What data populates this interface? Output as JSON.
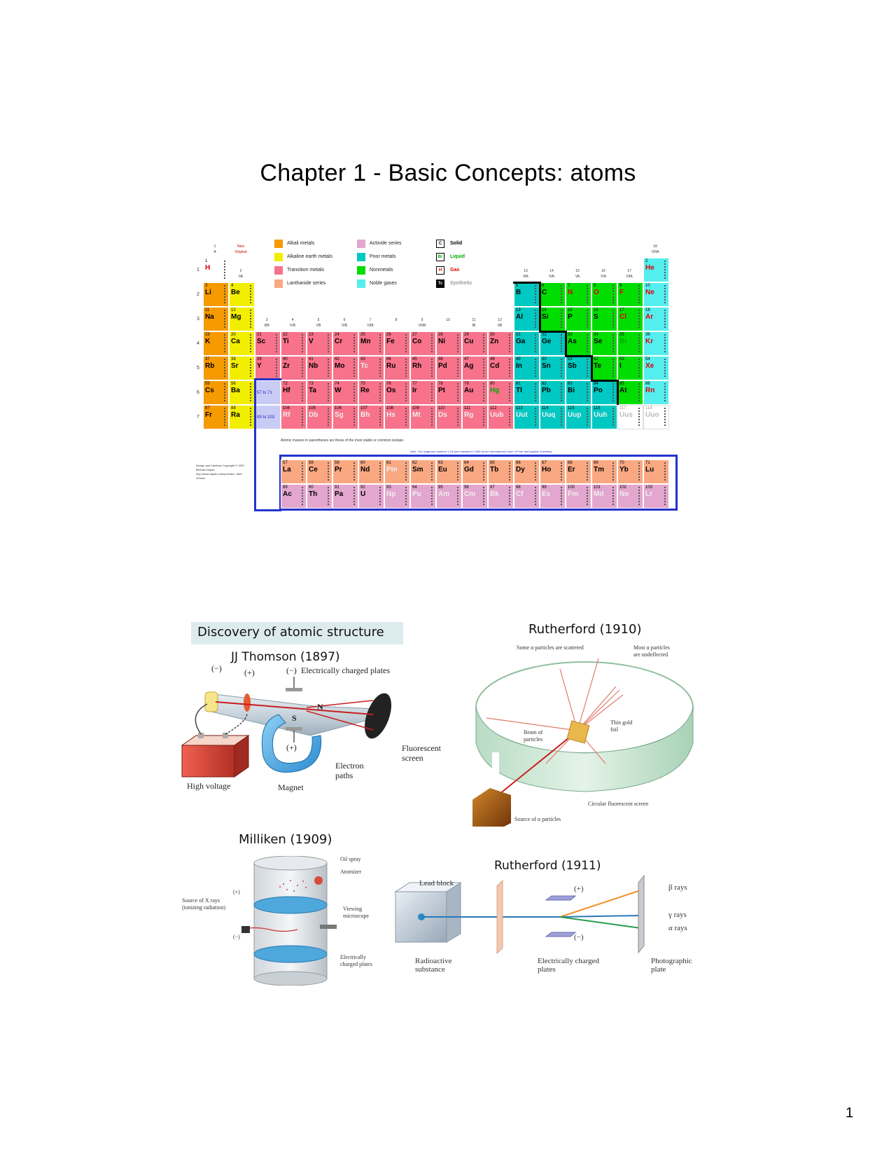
{
  "title": "Chapter 1 -   Basic Concepts: atoms",
  "page_number": "1",
  "periodic_table": {
    "colors": {
      "alkali": "#f59a00",
      "alkaline": "#f2ee00",
      "transition": "#f7728a",
      "lanthanide": "#f9a882",
      "actinide": "#e3a6ce",
      "poor": "#00c8c2",
      "nonmetal": "#00dd00",
      "noble": "#55eeee",
      "unknown": "#ffffff",
      "hydrogen": "#ffffff"
    },
    "legend": [
      {
        "key": "alkali",
        "label": "Alkali metals"
      },
      {
        "key": "alkaline",
        "label": "Alkaline earth metals"
      },
      {
        "key": "transition",
        "label": "Transition metals"
      },
      {
        "key": "lanthanide",
        "label": "Lanthanide series"
      },
      {
        "key": "actinide",
        "label": "Actinide series"
      },
      {
        "key": "poor",
        "label": "Poor metals"
      },
      {
        "key": "nonmetal",
        "label": "Nonmetals"
      },
      {
        "key": "noble",
        "label": "Noble gases"
      }
    ],
    "state_legend": [
      {
        "sym": "C",
        "label": "Solid",
        "style": "solid"
      },
      {
        "sym": "Br",
        "label": "Liquid",
        "style": "liquid"
      },
      {
        "sym": "H",
        "label": "Gas",
        "style": "gas"
      },
      {
        "sym": "Tc",
        "label": "Synthetic",
        "style": "synthetic"
      }
    ],
    "group_labels": {
      "g1": "1\nA",
      "g2": "2\nIIA",
      "new_original": "New\nOriginal",
      "g3": "3\nIIIB",
      "g4": "4\nIVB",
      "g5": "5\nVB",
      "g6": "6\nVIB",
      "g7": "7\nVIIB",
      "g8": "8",
      "g9": "9\nVIIIB",
      "g10": "10",
      "g11": "11\nIB",
      "g12": "12\nIIB",
      "g13": "13\nIIIA",
      "g14": "14\nIVA",
      "g15": "15\nVA",
      "g16": "16\nVIA",
      "g17": "17\nVIIA",
      "g18": "18\nVIIIA"
    },
    "period_labels": [
      "1",
      "2",
      "3",
      "4",
      "5",
      "6",
      "7"
    ],
    "lan_placeholder": "57 to 71",
    "act_placeholder": "89 to 103",
    "note": "Atomic masses in parentheses are those of the most stable or common isotope.",
    "note_blue": "Note: The subgroup numbers 1-18 were adopted in 1984 by the International Union of Pure and Applied Chemistry.",
    "side_note": "Design and Interface Copyright © 1997 Michael Dayah. http://www.dayah.com/periodic/. Web Version",
    "main": [
      [
        {
          "z": 1,
          "s": "H",
          "c": "hydrogen",
          "st": "gas",
          "g": 1
        },
        {
          "z": 2,
          "s": "He",
          "c": "noble",
          "st": "gas",
          "g": 18
        }
      ],
      [
        {
          "z": 3,
          "s": "Li",
          "c": "alkali",
          "g": 1
        },
        {
          "z": 4,
          "s": "Be",
          "c": "alkaline",
          "g": 2
        },
        {
          "z": 5,
          "s": "B",
          "c": "poor",
          "g": 13
        },
        {
          "z": 6,
          "s": "C",
          "c": "nonmetal",
          "g": 14
        },
        {
          "z": 7,
          "s": "N",
          "c": "nonmetal",
          "st": "gas",
          "g": 15
        },
        {
          "z": 8,
          "s": "O",
          "c": "nonmetal",
          "st": "gas",
          "g": 16
        },
        {
          "z": 9,
          "s": "F",
          "c": "nonmetal",
          "st": "gas",
          "g": 17
        },
        {
          "z": 10,
          "s": "Ne",
          "c": "noble",
          "st": "gas",
          "g": 18
        }
      ],
      [
        {
          "z": 11,
          "s": "Na",
          "c": "alkali",
          "g": 1
        },
        {
          "z": 12,
          "s": "Mg",
          "c": "alkaline",
          "g": 2
        },
        {
          "z": 13,
          "s": "Al",
          "c": "poor",
          "g": 13
        },
        {
          "z": 14,
          "s": "Si",
          "c": "nonmetal",
          "g": 14
        },
        {
          "z": 15,
          "s": "P",
          "c": "nonmetal",
          "g": 15
        },
        {
          "z": 16,
          "s": "S",
          "c": "nonmetal",
          "g": 16
        },
        {
          "z": 17,
          "s": "Cl",
          "c": "nonmetal",
          "st": "gas",
          "g": 17
        },
        {
          "z": 18,
          "s": "Ar",
          "c": "noble",
          "st": "gas",
          "g": 18
        }
      ],
      [
        {
          "z": 19,
          "s": "K",
          "c": "alkali",
          "g": 1
        },
        {
          "z": 20,
          "s": "Ca",
          "c": "alkaline",
          "g": 2
        },
        {
          "z": 21,
          "s": "Sc",
          "c": "transition",
          "g": 3
        },
        {
          "z": 22,
          "s": "Ti",
          "c": "transition",
          "g": 4
        },
        {
          "z": 23,
          "s": "V",
          "c": "transition",
          "g": 5
        },
        {
          "z": 24,
          "s": "Cr",
          "c": "transition",
          "g": 6
        },
        {
          "z": 25,
          "s": "Mn",
          "c": "transition",
          "g": 7
        },
        {
          "z": 26,
          "s": "Fe",
          "c": "transition",
          "g": 8
        },
        {
          "z": 27,
          "s": "Co",
          "c": "transition",
          "g": 9
        },
        {
          "z": 28,
          "s": "Ni",
          "c": "transition",
          "g": 10
        },
        {
          "z": 29,
          "s": "Cu",
          "c": "transition",
          "g": 11
        },
        {
          "z": 30,
          "s": "Zn",
          "c": "transition",
          "g": 12
        },
        {
          "z": 31,
          "s": "Ga",
          "c": "poor",
          "g": 13
        },
        {
          "z": 32,
          "s": "Ge",
          "c": "poor",
          "g": 14
        },
        {
          "z": 33,
          "s": "As",
          "c": "nonmetal",
          "g": 15
        },
        {
          "z": 34,
          "s": "Se",
          "c": "nonmetal",
          "g": 16
        },
        {
          "z": 35,
          "s": "Br",
          "c": "nonmetal",
          "st": "liquid",
          "g": 17
        },
        {
          "z": 36,
          "s": "Kr",
          "c": "noble",
          "st": "gas",
          "g": 18
        }
      ],
      [
        {
          "z": 37,
          "s": "Rb",
          "c": "alkali",
          "g": 1
        },
        {
          "z": 38,
          "s": "Sr",
          "c": "alkaline",
          "g": 2
        },
        {
          "z": 39,
          "s": "Y",
          "c": "transition",
          "g": 3
        },
        {
          "z": 40,
          "s": "Zr",
          "c": "transition",
          "g": 4
        },
        {
          "z": 41,
          "s": "Nb",
          "c": "transition",
          "g": 5
        },
        {
          "z": 42,
          "s": "Mo",
          "c": "transition",
          "g": 6
        },
        {
          "z": 43,
          "s": "Tc",
          "c": "transition",
          "st": "synthetic",
          "g": 7
        },
        {
          "z": 44,
          "s": "Ru",
          "c": "transition",
          "g": 8
        },
        {
          "z": 45,
          "s": "Rh",
          "c": "transition",
          "g": 9
        },
        {
          "z": 46,
          "s": "Pd",
          "c": "transition",
          "g": 10
        },
        {
          "z": 47,
          "s": "Ag",
          "c": "transition",
          "g": 11
        },
        {
          "z": 48,
          "s": "Cd",
          "c": "transition",
          "g": 12
        },
        {
          "z": 49,
          "s": "In",
          "c": "poor",
          "g": 13
        },
        {
          "z": 50,
          "s": "Sn",
          "c": "poor",
          "g": 14
        },
        {
          "z": 51,
          "s": "Sb",
          "c": "poor",
          "g": 15
        },
        {
          "z": 52,
          "s": "Te",
          "c": "nonmetal",
          "g": 16
        },
        {
          "z": 53,
          "s": "I",
          "c": "nonmetal",
          "g": 17
        },
        {
          "z": 54,
          "s": "Xe",
          "c": "noble",
          "st": "gas",
          "g": 18
        }
      ],
      [
        {
          "z": 55,
          "s": "Cs",
          "c": "alkali",
          "g": 1
        },
        {
          "z": 56,
          "s": "Ba",
          "c": "alkaline",
          "g": 2
        },
        {
          "z": 72,
          "s": "Hf",
          "c": "transition",
          "g": 4
        },
        {
          "z": 73,
          "s": "Ta",
          "c": "transition",
          "g": 5
        },
        {
          "z": 74,
          "s": "W",
          "c": "transition",
          "g": 6
        },
        {
          "z": 75,
          "s": "Re",
          "c": "transition",
          "g": 7
        },
        {
          "z": 76,
          "s": "Os",
          "c": "transition",
          "g": 8
        },
        {
          "z": 77,
          "s": "Ir",
          "c": "transition",
          "g": 9
        },
        {
          "z": 78,
          "s": "Pt",
          "c": "transition",
          "g": 10
        },
        {
          "z": 79,
          "s": "Au",
          "c": "transition",
          "g": 11
        },
        {
          "z": 80,
          "s": "Hg",
          "c": "transition",
          "st": "liquid",
          "g": 12
        },
        {
          "z": 81,
          "s": "Tl",
          "c": "poor",
          "g": 13
        },
        {
          "z": 82,
          "s": "Pb",
          "c": "poor",
          "g": 14
        },
        {
          "z": 83,
          "s": "Bi",
          "c": "poor",
          "g": 15
        },
        {
          "z": 84,
          "s": "Po",
          "c": "poor",
          "g": 16
        },
        {
          "z": 85,
          "s": "At",
          "c": "nonmetal",
          "g": 17
        },
        {
          "z": 86,
          "s": "Rn",
          "c": "noble",
          "st": "gas",
          "g": 18
        }
      ],
      [
        {
          "z": 87,
          "s": "Fr",
          "c": "alkali",
          "g": 1
        },
        {
          "z": 88,
          "s": "Ra",
          "c": "alkaline",
          "g": 2
        },
        {
          "z": 104,
          "s": "Rf",
          "c": "transition",
          "st": "synthetic",
          "g": 4
        },
        {
          "z": 105,
          "s": "Db",
          "c": "transition",
          "st": "synthetic",
          "g": 5
        },
        {
          "z": 106,
          "s": "Sg",
          "c": "transition",
          "st": "synthetic",
          "g": 6
        },
        {
          "z": 107,
          "s": "Bh",
          "c": "transition",
          "st": "synthetic",
          "g": 7
        },
        {
          "z": 108,
          "s": "Hs",
          "c": "transition",
          "st": "synthetic",
          "g": 8
        },
        {
          "z": 109,
          "s": "Mt",
          "c": "transition",
          "st": "synthetic",
          "g": 9
        },
        {
          "z": 110,
          "s": "Ds",
          "c": "transition",
          "st": "synthetic",
          "g": 10
        },
        {
          "z": 111,
          "s": "Rg",
          "c": "transition",
          "st": "synthetic",
          "g": 11
        },
        {
          "z": 112,
          "s": "Uub",
          "c": "transition",
          "st": "synthetic",
          "g": 12
        },
        {
          "z": 113,
          "s": "Uut",
          "c": "poor",
          "st": "synthetic",
          "g": 13
        },
        {
          "z": 114,
          "s": "Uuq",
          "c": "poor",
          "st": "synthetic",
          "g": 14
        },
        {
          "z": 115,
          "s": "Uup",
          "c": "poor",
          "st": "synthetic",
          "g": 15
        },
        {
          "z": 116,
          "s": "Uuh",
          "c": "poor",
          "st": "synthetic",
          "g": 16
        },
        {
          "z": 117,
          "s": "Uus",
          "c": "unknown",
          "st": "unknown",
          "g": 17
        },
        {
          "z": 118,
          "s": "Uuo",
          "c": "unknown",
          "st": "unknown",
          "g": 18
        }
      ]
    ],
    "lanthanides": [
      {
        "z": 57,
        "s": "La"
      },
      {
        "z": 58,
        "s": "Ce"
      },
      {
        "z": 59,
        "s": "Pr"
      },
      {
        "z": 60,
        "s": "Nd"
      },
      {
        "z": 61,
        "s": "Pm",
        "st": "synthetic"
      },
      {
        "z": 62,
        "s": "Sm"
      },
      {
        "z": 63,
        "s": "Eu"
      },
      {
        "z": 64,
        "s": "Gd"
      },
      {
        "z": 65,
        "s": "Tb"
      },
      {
        "z": 66,
        "s": "Dy"
      },
      {
        "z": 67,
        "s": "Ho"
      },
      {
        "z": 68,
        "s": "Er"
      },
      {
        "z": 69,
        "s": "Tm"
      },
      {
        "z": 70,
        "s": "Yb"
      },
      {
        "z": 71,
        "s": "Lu"
      }
    ],
    "actinides": [
      {
        "z": 89,
        "s": "Ac"
      },
      {
        "z": 90,
        "s": "Th"
      },
      {
        "z": 91,
        "s": "Pa"
      },
      {
        "z": 92,
        "s": "U"
      },
      {
        "z": 93,
        "s": "Np",
        "st": "synthetic"
      },
      {
        "z": 94,
        "s": "Pu",
        "st": "synthetic"
      },
      {
        "z": 95,
        "s": "Am",
        "st": "synthetic"
      },
      {
        "z": 96,
        "s": "Cm",
        "st": "synthetic"
      },
      {
        "z": 97,
        "s": "Bk",
        "st": "synthetic"
      },
      {
        "z": 98,
        "s": "Cf",
        "st": "synthetic"
      },
      {
        "z": 99,
        "s": "Es",
        "st": "synthetic"
      },
      {
        "z": 100,
        "s": "Fm",
        "st": "synthetic"
      },
      {
        "z": 101,
        "s": "Md",
        "st": "synthetic"
      },
      {
        "z": 102,
        "s": "No",
        "st": "synthetic"
      },
      {
        "z": 103,
        "s": "Lr",
        "st": "synthetic"
      }
    ]
  },
  "figures": {
    "header": "Discovery of atomic structure",
    "thomson": {
      "title": "JJ Thomson (1897)",
      "minus": "(−)",
      "plus": "(+)",
      "minus2": "(−)",
      "plus2": "(+)",
      "plates": "Electrically charged plates",
      "N": "N",
      "S": "S",
      "fluorescent": "Fluorescent\nscreen",
      "electron": "Electron\npaths",
      "high_voltage": "High voltage",
      "magnet": "Magnet"
    },
    "rutherford1910": {
      "title": "Rutherford (1910)",
      "scattered": "Some α particles are scattered",
      "undeflected": "Most α particles\nare undeflected",
      "beam": "Beam of\nparticles",
      "foil": "Thin gold\nfoil",
      "screen": "Circular fluorescent screen",
      "source": "Source of α particles"
    },
    "milliken": {
      "title": "Milliken (1909)",
      "oil": "Oil spray",
      "atomizer": "Atomizer",
      "xrays": "Source of X rays\n(ionizing radiation)",
      "plus": "(+)",
      "minus": "(−)",
      "viewing": "Viewing\nmicroscope",
      "plates": "Electrically\ncharged plates"
    },
    "rutherford1911": {
      "title": "Rutherford (1911)",
      "lead": "Lead block",
      "radioactive": "Radioactive\nsubstance",
      "plus": "(+)",
      "minus": "(−)",
      "plates": "Electrically charged\nplates",
      "beta": "β rays",
      "gamma": "γ rays",
      "alpha": "α rays",
      "plate": "Photographic\nplate"
    }
  }
}
